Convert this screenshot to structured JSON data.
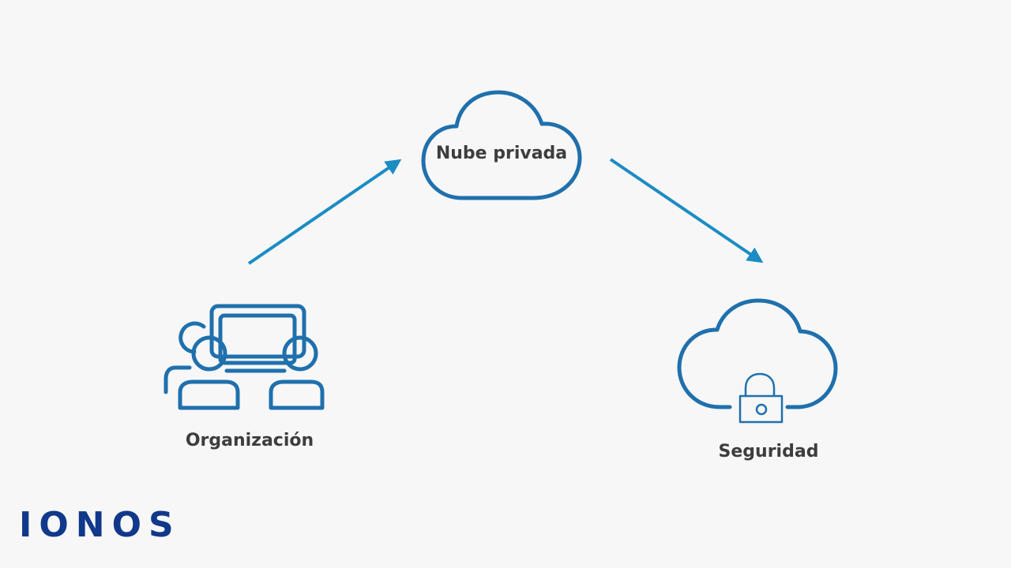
{
  "diagram": {
    "nodes": {
      "cloud": {
        "label": "Nube privada",
        "icon": "cloud-icon"
      },
      "organization": {
        "label": "Organización",
        "icon": "organization-icon"
      },
      "security": {
        "label": "Seguridad",
        "icon": "secure-cloud-icon"
      }
    },
    "edges": [
      {
        "from": "organization",
        "to": "cloud"
      },
      {
        "from": "cloud",
        "to": "security"
      }
    ]
  },
  "brand": {
    "logo": "IONOS",
    "color": "#11388a"
  },
  "colors": {
    "icon_stroke": "#1f70ad",
    "arrow": "#1b8cc4",
    "label_text": "#3d3d3d",
    "background": "#f7f7f7"
  }
}
